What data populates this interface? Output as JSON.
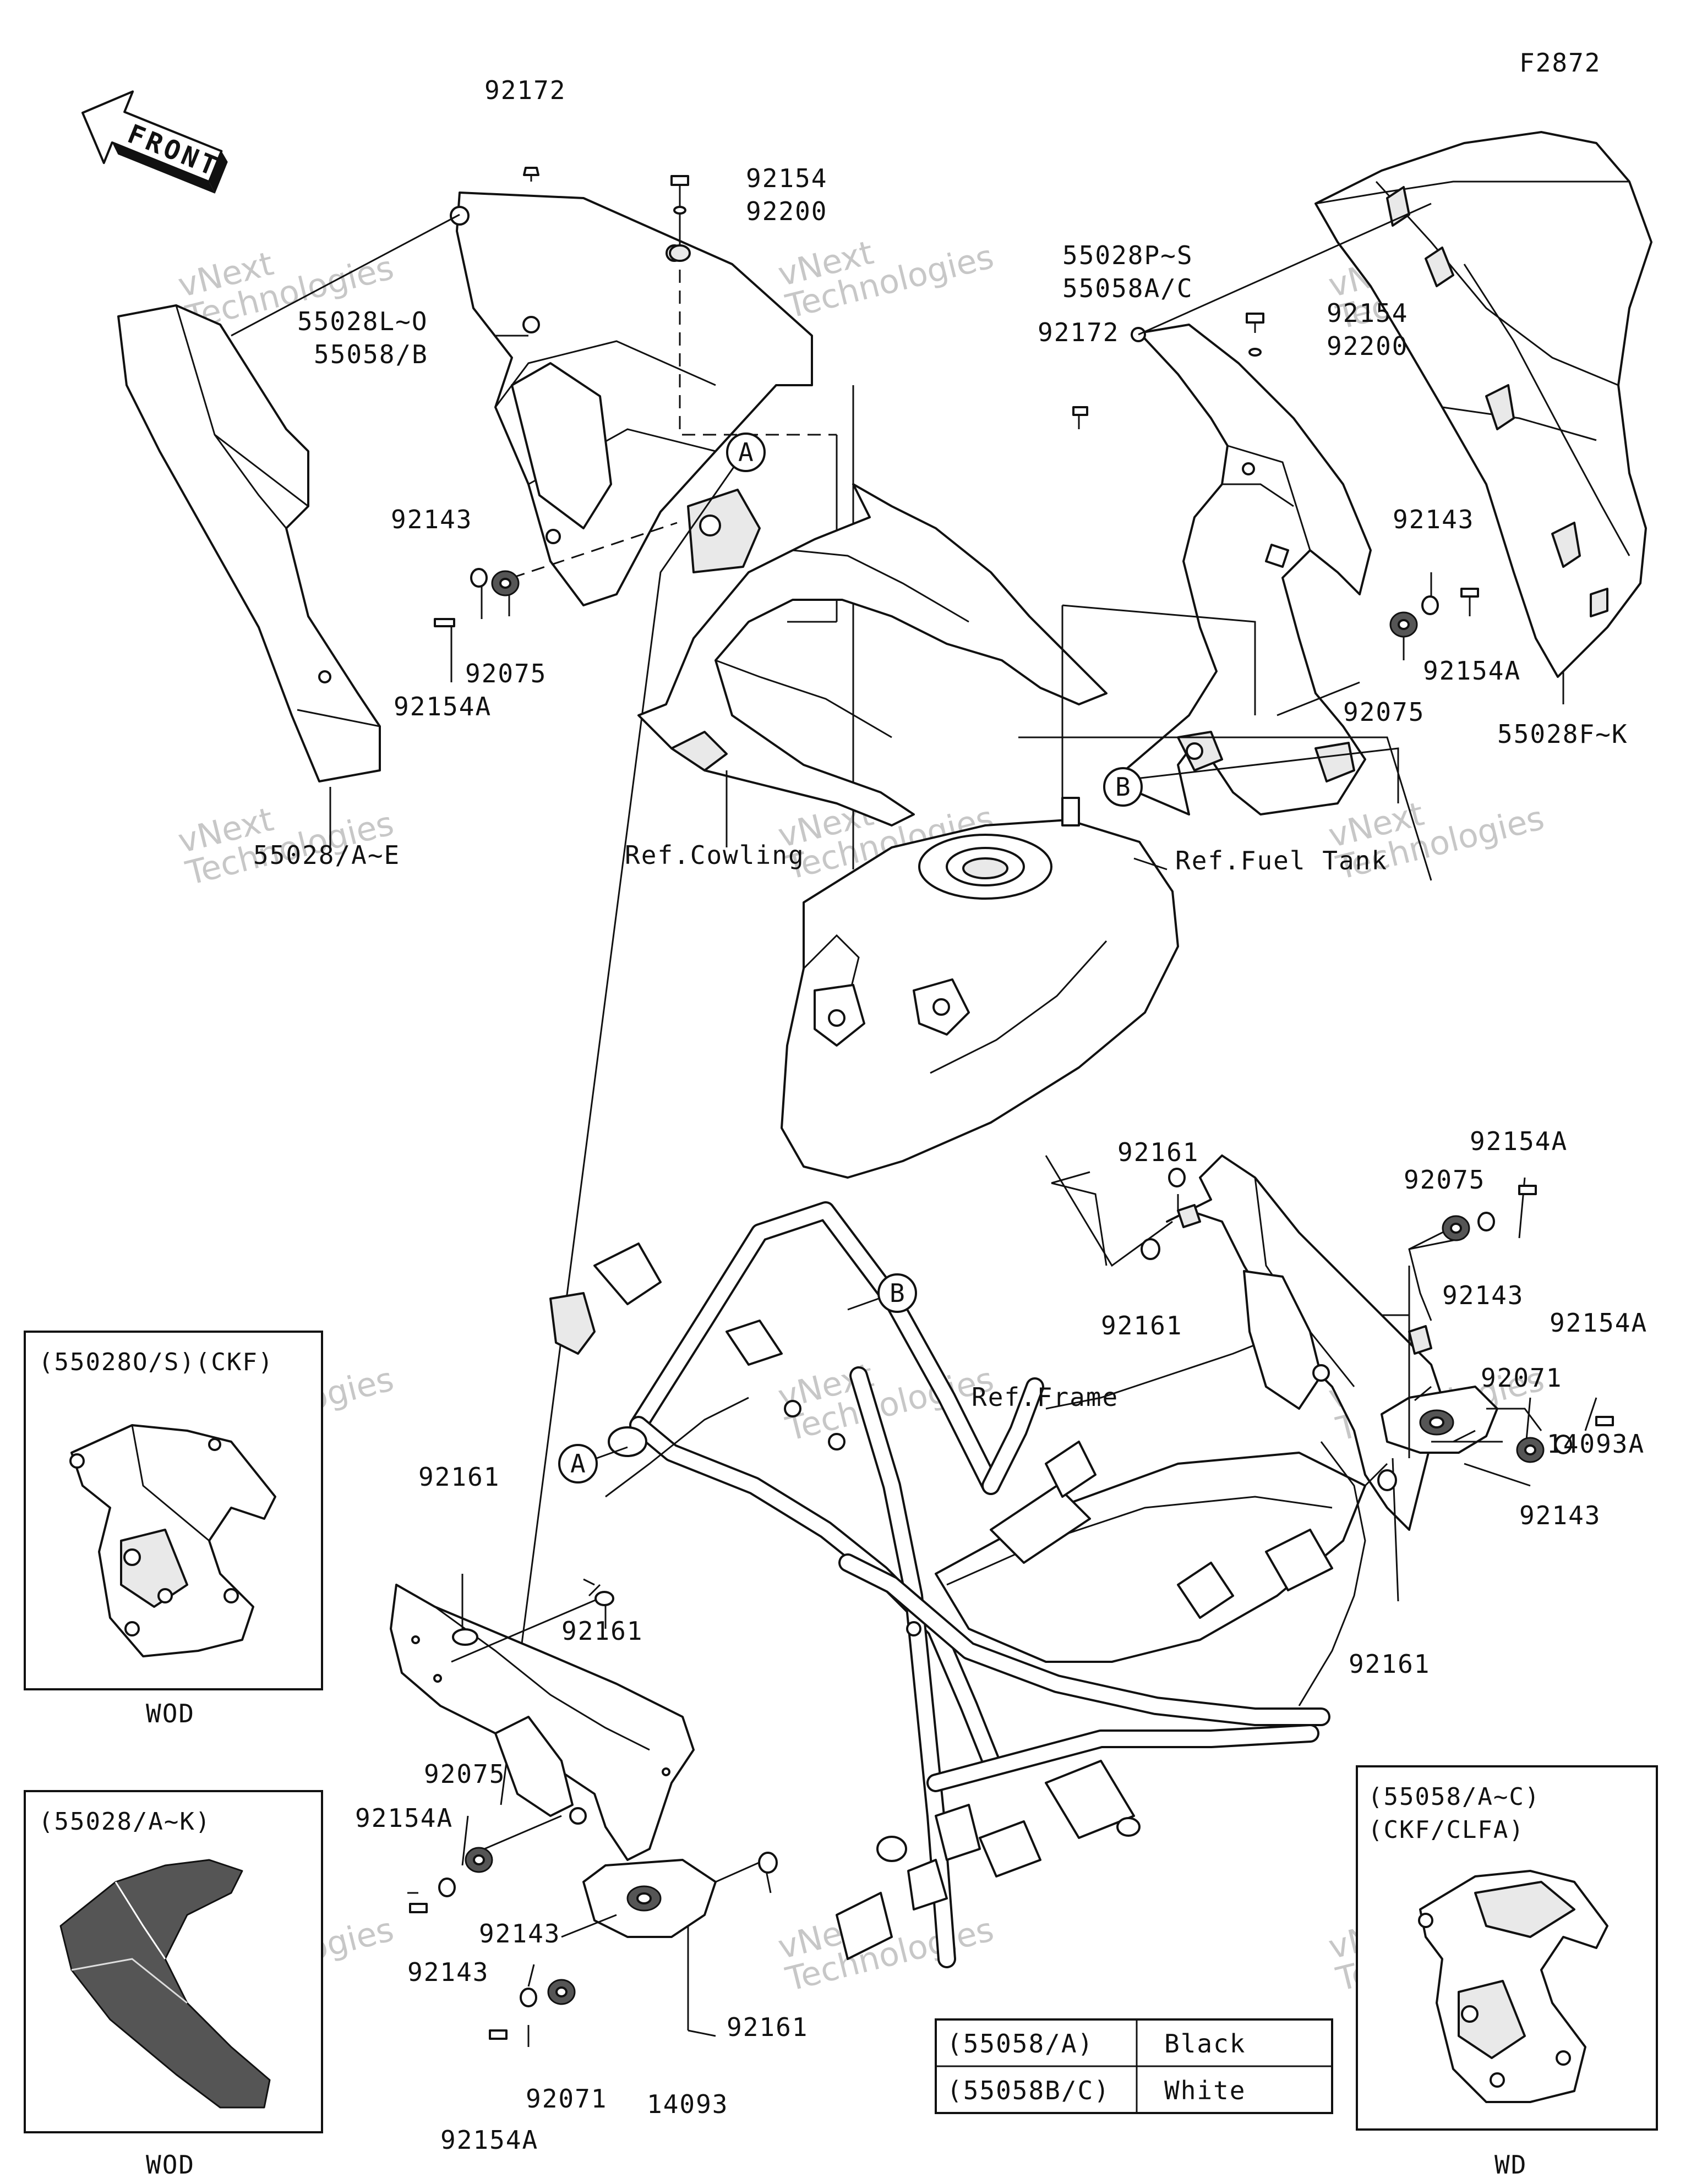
{
  "figure_code": "F2872",
  "front_label": "FRONT",
  "watermark": {
    "line1": "vNext",
    "line2": "Technologies",
    "small": "vNext Technologies"
  },
  "callouts": {
    "a": "A",
    "b": "B"
  },
  "labels": {
    "p92172_top": "92172",
    "p92154_top": "92154",
    "p92200_top": "92200",
    "p55028L": "55028L~O",
    "p55058B": "55058/B",
    "p92143_l1": "92143",
    "p92154A_l1": "92154A",
    "p92075_l1": "92075",
    "p55028AE": "55028/A~E",
    "ref_cowling": "Ref.Cowling",
    "p55028PS": "55028P~S",
    "p55058AC": "55058A/C",
    "p92172_r": "92172",
    "p92154_r": "92154",
    "p92200_r": "92200",
    "p92143_r1": "92143",
    "p92154A_r1": "92154A",
    "p92075_r1": "92075",
    "p55028FK": "55028F~K",
    "ref_fuel_tank": "Ref.Fuel Tank",
    "p92161_r1": "92161",
    "p92154A_r2": "92154A",
    "p92075_r2": "92075",
    "p92161_r2": "92161",
    "p92143_r2": "92143",
    "p92154A_r3": "92154A",
    "p92071_r": "92071",
    "p92143_r3": "92143",
    "p14093A": "14093A",
    "p92161_r3": "92161",
    "ref_frame": "Ref.Frame",
    "p92161_l1": "92161",
    "p92161_l2": "92161",
    "p92075_l2": "92075",
    "p92154A_l2": "92154A",
    "p92143_l2": "92143",
    "p92143_l3": "92143",
    "p92154A_l3": "92154A",
    "p92071_l": "92071",
    "p14093": "14093",
    "p92161_l3": "92161"
  },
  "insets": {
    "top_left": {
      "title": "(55028O/S)(CKF)",
      "caption": "WOD"
    },
    "bottom_left": {
      "title": "(55028/A~K)",
      "caption": "WOD"
    },
    "bottom_right": {
      "title1": "(55058/A~C)",
      "title2": "(CKF/CLFA)",
      "caption": "WD"
    }
  },
  "color_table": {
    "rows": [
      {
        "code": "(55058/A)",
        "color": "Black"
      },
      {
        "code": "(55058B/C)",
        "color": "White"
      }
    ]
  }
}
